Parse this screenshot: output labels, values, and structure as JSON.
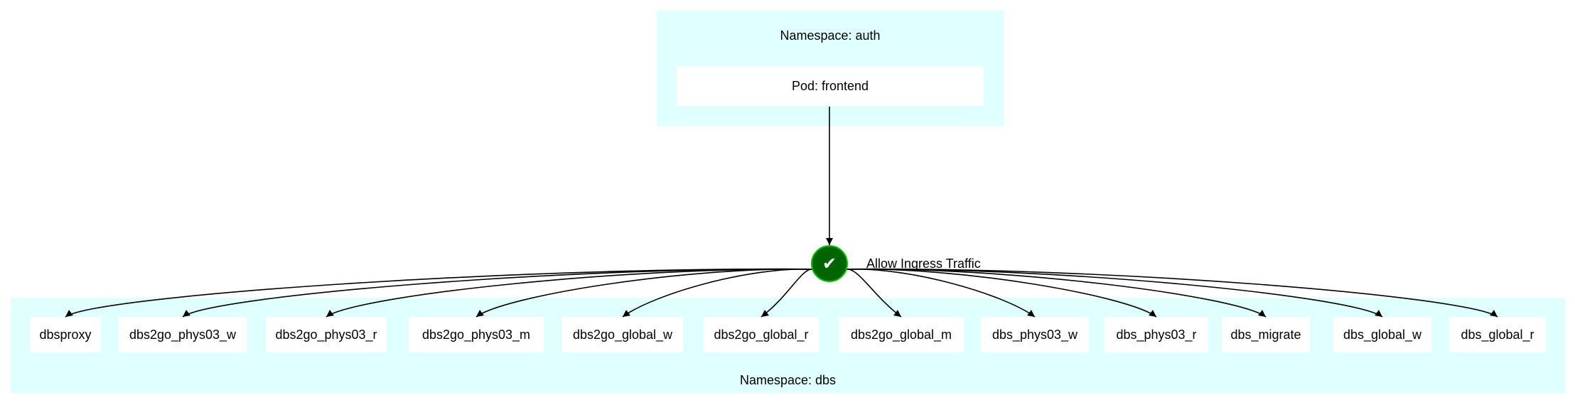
{
  "clusters": {
    "auth": {
      "label": "Namespace: auth",
      "color": "#e0ffff"
    },
    "dbs": {
      "label": "Namespace: dbs",
      "color": "#e0ffff"
    }
  },
  "source_pod": {
    "label": "Pod: frontend"
  },
  "policy": {
    "icon": "checkmark-icon",
    "symbol": "✔",
    "label": "Allow Ingress Traffic",
    "color": "#006400"
  },
  "targets": [
    "dbsproxy",
    "dbs2go_phys03_w",
    "dbs2go_phys03_r",
    "dbs2go_phys03_m",
    "dbs2go_global_w",
    "dbs2go_global_r",
    "dbs2go_global_m",
    "dbs_phys03_w",
    "dbs_phys03_r",
    "dbs_migrate",
    "dbs_global_w",
    "dbs_global_r"
  ],
  "edge_color": "#000000"
}
